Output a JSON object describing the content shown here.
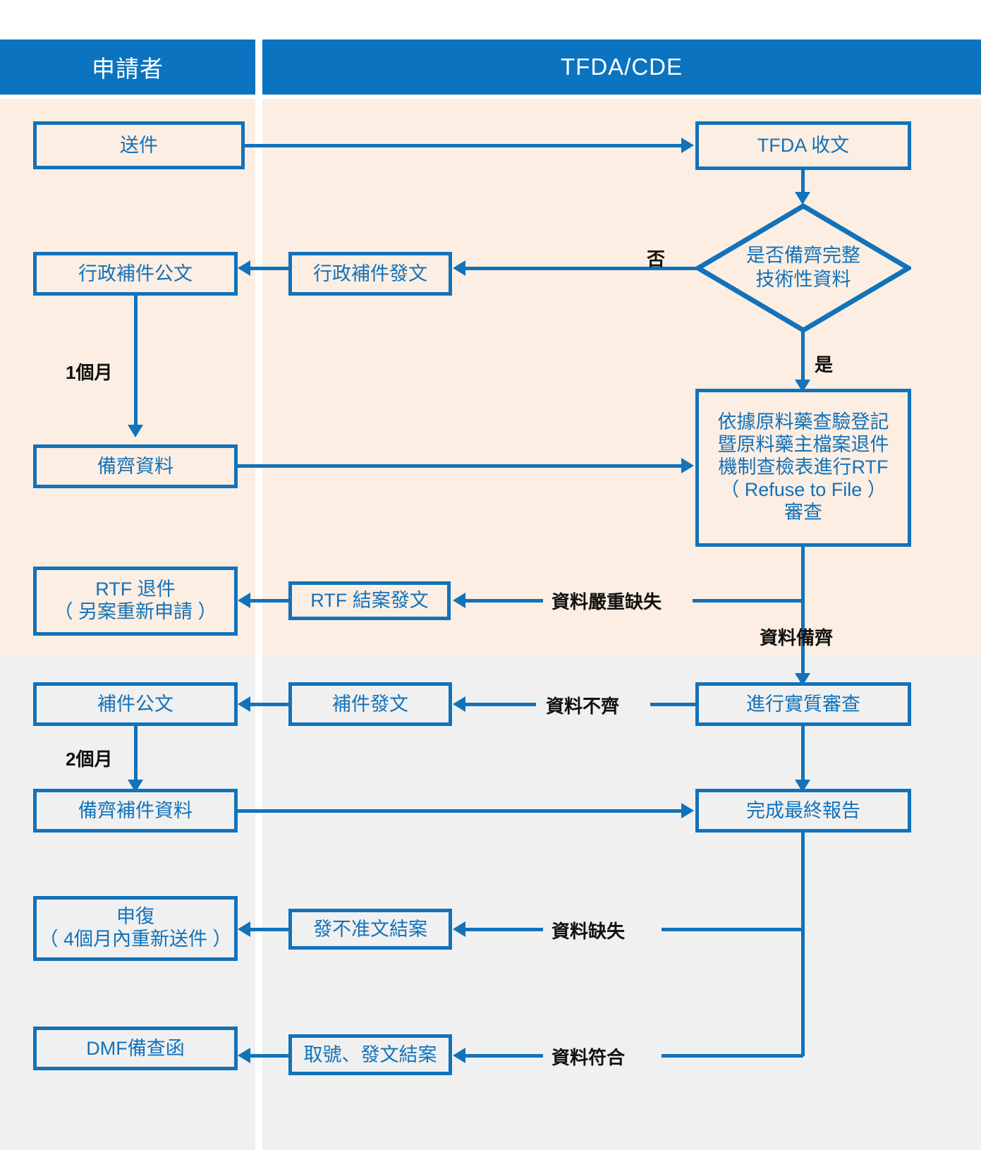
{
  "header": {
    "applicant": "申請者",
    "agency": "TFDA/CDE"
  },
  "colors": {
    "header_blue": "#0B73BF",
    "stroke_blue": "#1272BA",
    "lane_peach": "#FCEEE2",
    "lane_gray": "#F0F0F0",
    "label_black": "#111111"
  },
  "nodes": {
    "submit": "送件",
    "tfda_receive": "TFDA 收文",
    "decision": "是否備齊完整\n技術性資料",
    "decision_line1": "是否備齊完整",
    "decision_line2": "技術性資料",
    "admin_supplement_issue": "行政補件發文",
    "admin_supplement_doc": "行政補件公文",
    "data_ready": "備齊資料",
    "rtf_review_line1": "依據原料藥查驗登記",
    "rtf_review_line2": "暨原料藥主檔案退件",
    "rtf_review_line3": "機制查檢表進行RTF",
    "rtf_review_line4": "（ Refuse  to File ）",
    "rtf_review_line5": "審查",
    "rtf_close_issue": "RTF 結案發文",
    "rtf_return_line1": "RTF 退件",
    "rtf_return_line2": "（ 另案重新申請 ）",
    "substantive_review": "進行實質審查",
    "supplement_issue": "補件發文",
    "supplement_doc": "補件公文",
    "supplement_ready": "備齊補件資料",
    "final_report": "完成最終報告",
    "reject_close": "發不准文結案",
    "appeal_line1": "申復",
    "appeal_line2": "（ 4個月內重新送件 ）",
    "number_close": "取號、發文結案",
    "dmf_letter": "DMF備查函"
  },
  "edge_labels": {
    "no": "否",
    "yes": "是",
    "severe_deficiency": "資料嚴重缺失",
    "data_ready_branch": "資料備齊",
    "one_month": "1個月",
    "data_incomplete": "資料不齊",
    "two_months": "2個月",
    "data_missing": "資料缺失",
    "data_conform": "資料符合"
  }
}
